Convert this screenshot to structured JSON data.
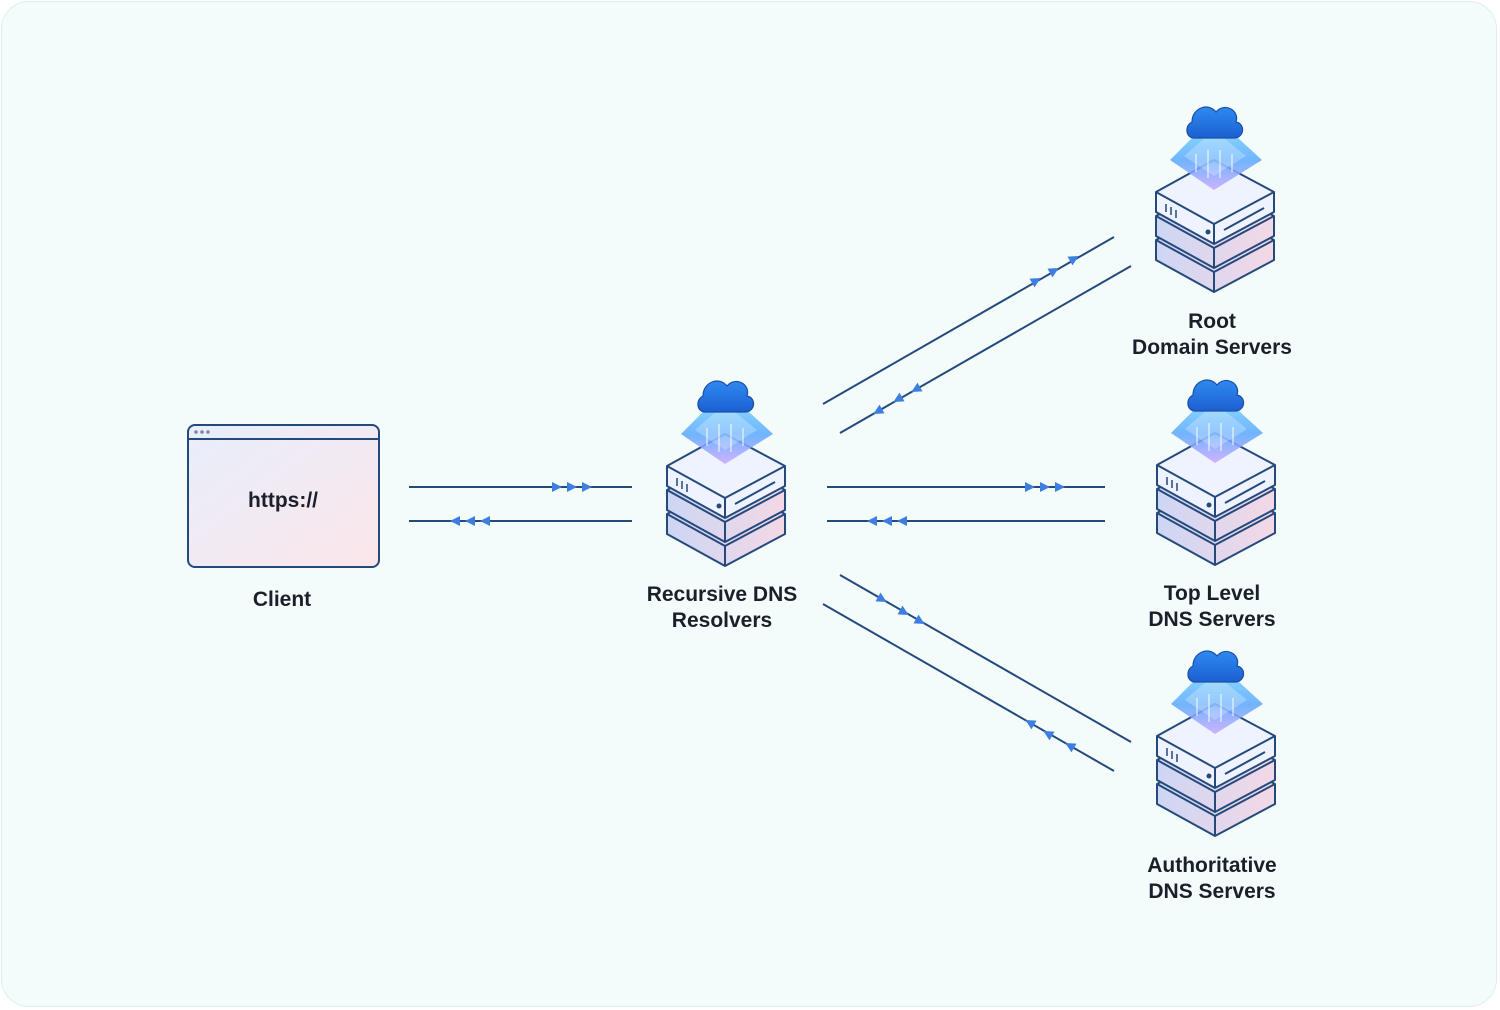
{
  "client": {
    "url_text": "https://",
    "label": "Client"
  },
  "resolver": {
    "label_line1": "Recursive DNS",
    "label_line2": "Resolvers"
  },
  "root": {
    "label_line1": "Root",
    "label_line2": "Domain Servers"
  },
  "tld": {
    "label_line1": "Top Level",
    "label_line2": "DNS Servers"
  },
  "authoritative": {
    "label_line1": "Authoritative",
    "label_line2": "DNS Servers"
  },
  "colors": {
    "background": "#f3fcfa",
    "line": "#244a7c",
    "arrow": "#3d7fe0",
    "text": "#1b1f2a"
  },
  "icons": {
    "client": "browser-window-icon",
    "server": "cloud-server-stack-icon"
  }
}
